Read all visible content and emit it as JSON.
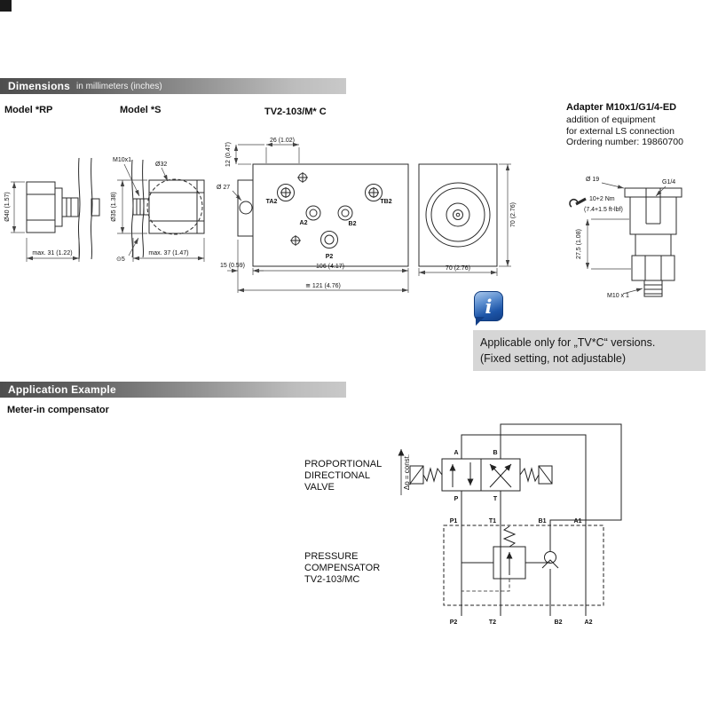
{
  "sections": {
    "dimensions": {
      "title": "Dimensions",
      "subtitle": "in millimeters (inches)"
    },
    "application": {
      "title": "Application Example"
    }
  },
  "labels": {
    "meter_in": "Meter-in compensator"
  },
  "models": {
    "rp": "Model *RP",
    "s": "Model *S",
    "tv2": "TV2-103/M* C"
  },
  "adapter_info": {
    "title": "Adapter M10x1/G1/4-ED",
    "lines": [
      "addition of equipment",
      "for external LS connection",
      "Ordering number: 19860700"
    ]
  },
  "dims": {
    "rp_dia": "Ø40 (1.57)",
    "rp_max": "max. 31 (1.22)",
    "s_thread": "M10x1",
    "s_dia32": "Ø32",
    "s_dia35": "Ø35 (1.38)",
    "s_socket": "⊙5",
    "s_max": "max. 37 (1.47)",
    "tv_26": "26 (1.02)",
    "tv_12": "12 (0.47)",
    "tv_dia27": "Ø 27",
    "tv_15": "15 (0.59)",
    "tv_106": "106 (4.17)",
    "tv_121": "≅ 121 (4.76)",
    "tv_70_right": "70 (2.76)",
    "tv_70_bottom": "70 (2.76)",
    "ad_19": "Ø 19",
    "ad_g14": "G1/4",
    "ad_torque": "10+2 Nm",
    "ad_torque_lb": "(7.4+1.5 ft-lbf)",
    "ad_275": "27,5 (1.08)",
    "ad_m10": "M10 x 1"
  },
  "ports": {
    "ta2": "TA2",
    "tb2": "TB2",
    "a2": "A2",
    "b2": "B2",
    "p2": "P2"
  },
  "note": {
    "info_glyph": "i",
    "line1": "Applicable only for „TV*C“ versions.",
    "line2": "(Fixed setting, not adjustable)"
  },
  "schematic": {
    "prop": [
      "PROPORTIONAL",
      "DIRECTIONAL",
      "VALVE"
    ],
    "comp": [
      "PRESSURE",
      "COMPENSATOR",
      "TV2-103/MC"
    ],
    "dp": "Δp = const.",
    "valve_ports": {
      "a": "A",
      "b": "B",
      "p": "P",
      "t": "T"
    },
    "block_top": [
      "P1",
      "T1",
      "B1",
      "A1"
    ],
    "block_bottom": [
      "P2",
      "T2",
      "B2",
      "A2"
    ]
  }
}
